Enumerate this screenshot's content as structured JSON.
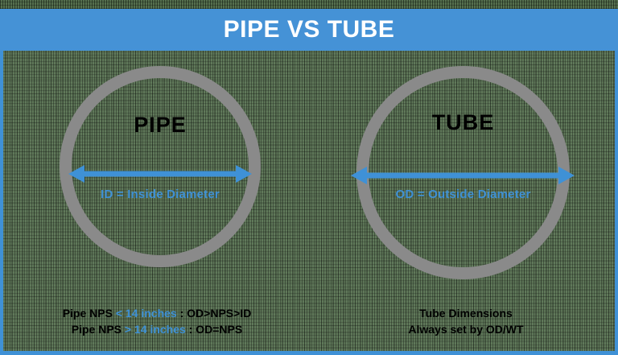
{
  "banner": {
    "title": "PIPE VS TUBE",
    "background_color": "#4592d6",
    "text_color": "#ffffff"
  },
  "theme": {
    "accent_blue": "#3f91d6",
    "ring_gray": "#8a8a8a",
    "background_green": "#60795a",
    "text_black": "#000000"
  },
  "diagram": {
    "type": "comparison-diagram",
    "left": {
      "shape": "ring",
      "label": "PIPE",
      "measure_arrow": "inside-diameter",
      "caption": "ID = Inside Diameter",
      "footnote_lines": [
        {
          "pre": "Pipe NPS ",
          "highlight": "< 14 inches",
          "post": " : OD>NPS>ID"
        },
        {
          "pre": "Pipe NPS ",
          "highlight": "> 14 inches",
          "post": " : OD=NPS"
        }
      ]
    },
    "right": {
      "shape": "ring",
      "label": "TUBE",
      "measure_arrow": "outside-diameter",
      "caption": "OD = Outside Diameter",
      "footnote_lines": [
        {
          "pre": "Tube Dimensions",
          "highlight": "",
          "post": ""
        },
        {
          "pre": "Always set by OD/WT",
          "highlight": "",
          "post": ""
        }
      ]
    }
  }
}
